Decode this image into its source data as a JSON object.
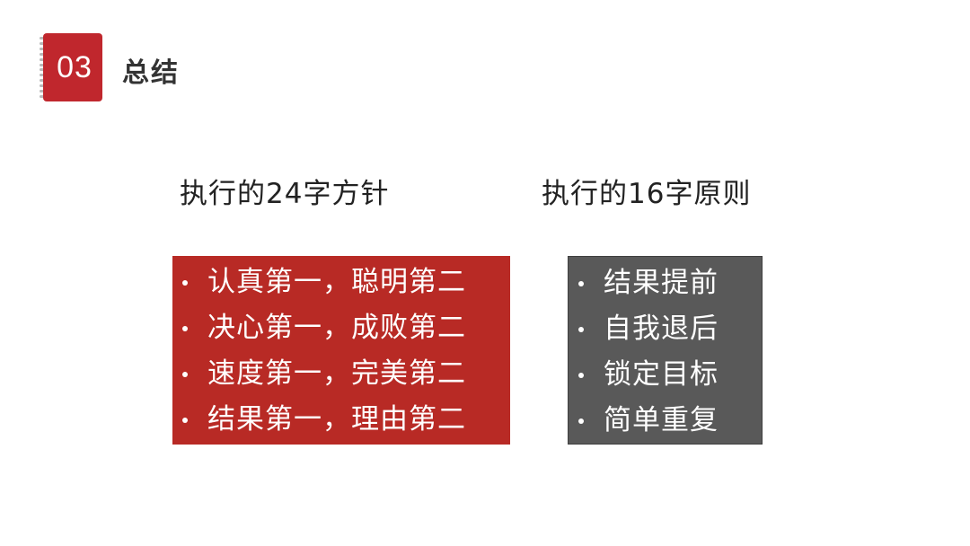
{
  "header": {
    "number": "03",
    "title": "总结"
  },
  "left_section": {
    "heading": "执行的24字方针",
    "items": [
      "认真第一，聪明第二",
      "决心第一，成败第二",
      "速度第一，完美第二",
      "结果第一，理由第二"
    ]
  },
  "right_section": {
    "heading": "执行的16字原则",
    "items": [
      "结果提前",
      "自我退后",
      "锁定目标",
      "简单重复"
    ]
  },
  "colors": {
    "accent_red": "#b82a25",
    "box_gray": "#595959",
    "text_dark": "#222222"
  }
}
